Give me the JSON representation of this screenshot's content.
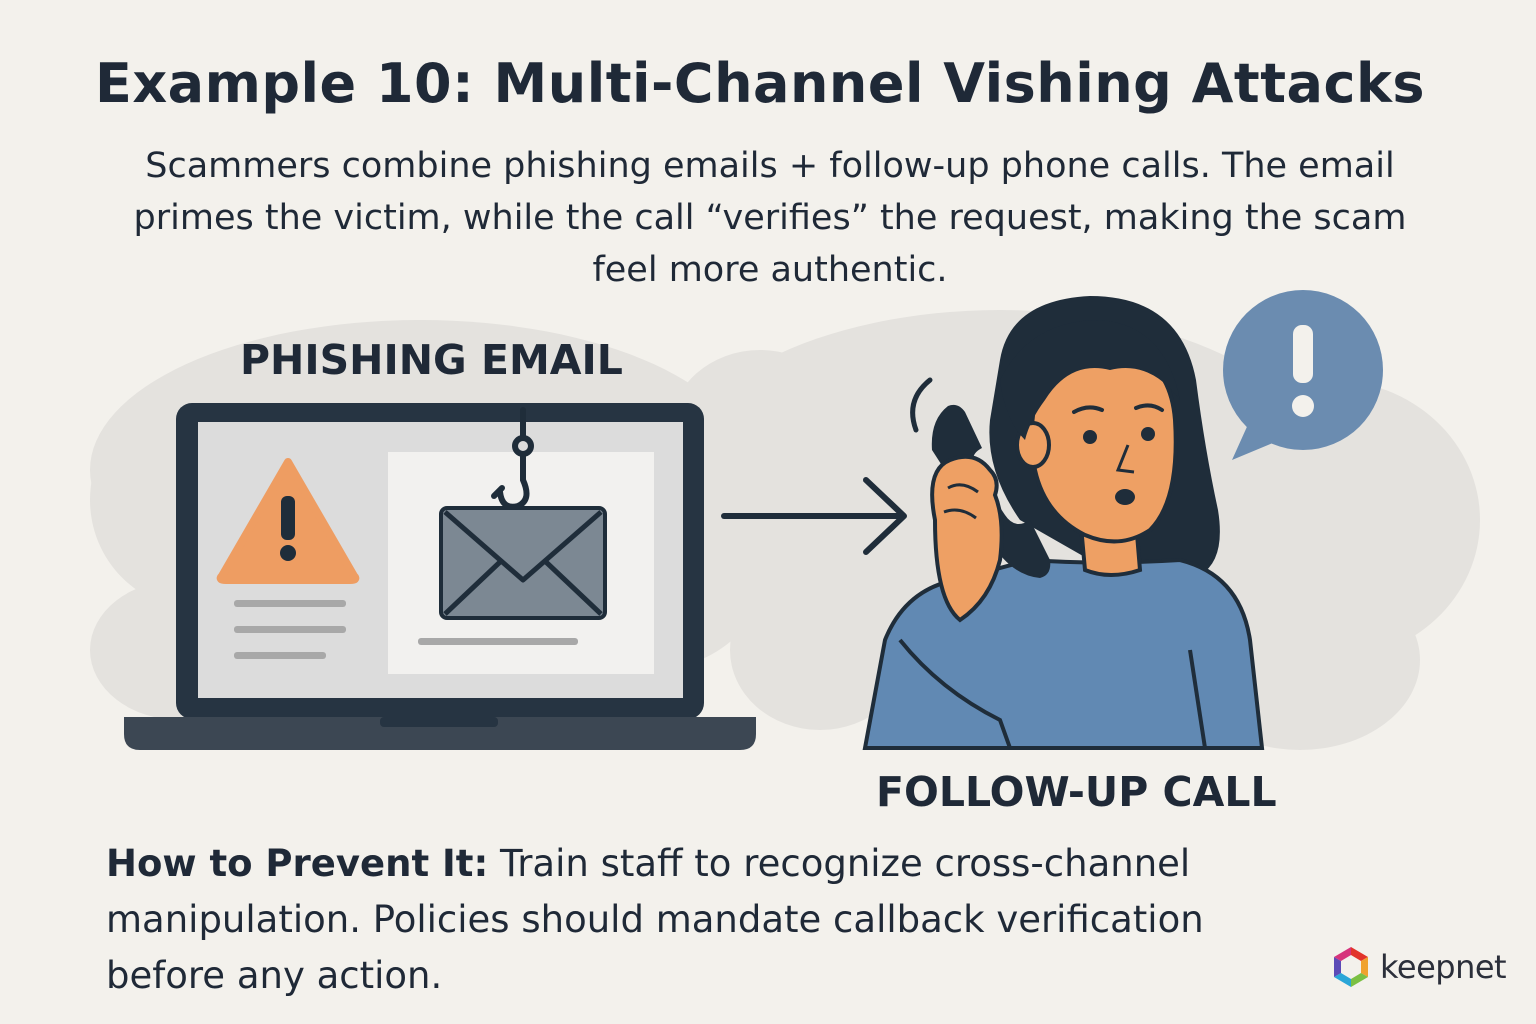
{
  "header": {
    "title": "Example 10: Multi-Channel Vishing Attacks",
    "subtitle": "Scammers combine phishing emails + follow-up phone calls. The email primes the victim, while the call “verifies” the request, making the scam feel more authentic."
  },
  "illustration": {
    "email_label": "PHISHING EMAIL",
    "call_label": "FOLLOW-UP CALL",
    "icons": [
      "laptop-icon",
      "warning-icon",
      "fishhook-icon",
      "envelope-icon",
      "arrow-right-icon",
      "woman-on-phone-icon",
      "speech-bubble-alert-icon"
    ],
    "colors": {
      "warning": "#ee9d62",
      "envelope": "#7c8893",
      "shirt": "#6189b3",
      "bubble": "#6b8cb0",
      "skin": "#eea064",
      "dark": "#1f2d3a"
    }
  },
  "prevention": {
    "heading": "How to Prevent It:",
    "text": " Train staff to recognize cross-channel manipulation. Policies should mandate callback verification before any action."
  },
  "brand": {
    "name": "keepnet"
  }
}
